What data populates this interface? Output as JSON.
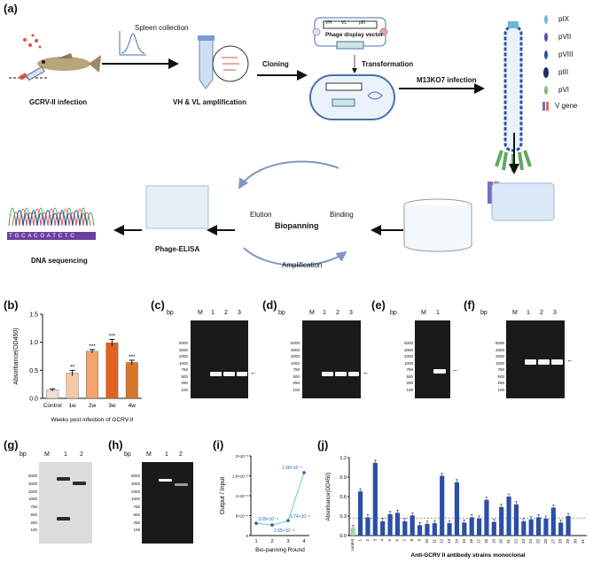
{
  "panels": {
    "a": "(a)",
    "b": "(b)",
    "c": "(c)",
    "d": "(d)",
    "e": "(e)",
    "f": "(f)",
    "g": "(g)",
    "h": "(h)",
    "i": "(i)",
    "j": "(j)"
  },
  "workflow": {
    "spleen_collection": "Spleen collection",
    "infection": "GCRV-II infection",
    "amplification": "VH & VL  amplification",
    "cloning": "Cloning",
    "phage_vector": "Phage display vector",
    "transformation": "Transformation",
    "helper_infection": "M13KO7 infection",
    "legend": [
      "pIX",
      "pVII",
      "pVIII",
      "pIII",
      "pVI",
      "V gene"
    ],
    "vector_parts": [
      "VH",
      "VL",
      "pIII"
    ],
    "biopanning": "Biopanning",
    "elution": "Elution",
    "binding": "Binding",
    "amplification_step": "Amplification",
    "phage_elisa": "Phage-ELISA",
    "dna_seq": "DNA sequencing",
    "seq_letters": "TGCACGATCTC"
  },
  "gel_common": {
    "bp": "bp",
    "marker": "M",
    "ladder": [
      "5000",
      "3000",
      "2000",
      "1000",
      "750",
      "500",
      "250",
      "100"
    ],
    "ladder_g": [
      "5000",
      "3000",
      "2000",
      "1000",
      "750",
      "500",
      "250",
      "100"
    ],
    "arrow": "←"
  },
  "gels": {
    "c": {
      "lanes": [
        "1",
        "2",
        "3"
      ]
    },
    "d": {
      "lanes": [
        "1",
        "2",
        "3"
      ]
    },
    "e": {
      "lanes": [
        "1"
      ]
    },
    "f": {
      "lanes": [
        "1",
        "2",
        "3"
      ]
    },
    "g": {
      "lanes": [
        "1",
        "2"
      ]
    },
    "h": {
      "lanes": [
        "1",
        "2"
      ]
    }
  },
  "chart_data": [
    {
      "panel": "b",
      "type": "bar",
      "categories": [
        "Control",
        "1w",
        "2w",
        "3w",
        "4w"
      ],
      "values": [
        0.15,
        0.45,
        0.84,
        0.99,
        0.64
      ],
      "errors": [
        0.02,
        0.05,
        0.03,
        0.06,
        0.04
      ],
      "significance": [
        "",
        "**",
        "***",
        "***",
        "***"
      ],
      "colors": [
        "#f3ddd0",
        "#f7c8a6",
        "#f4a46a",
        "#e2621f",
        "#d6762c"
      ],
      "xlabel": "Weeks post infection of GCRV-II",
      "ylabel": "Absorbance(OD450)",
      "ylim": [
        0,
        1.5
      ],
      "yticks": [
        "0.0",
        "0.5",
        "1.0",
        "1.5"
      ]
    },
    {
      "panel": "i",
      "type": "line",
      "x": [
        1,
        2,
        3,
        4
      ],
      "y": [
        3.09e-06,
        2.65e-06,
        3.74e-06,
        1.58e-05
      ],
      "point_labels": [
        "3.09×10⁻⁶",
        "2.65×10⁻⁶",
        "3.74×10⁻⁶",
        "1.58×10⁻⁵"
      ],
      "xlabel": "Bio-panning Round",
      "ylabel": "Output / Input",
      "ylim": [
        0,
        2e-05
      ],
      "yticks": [
        "0",
        "5×10⁻⁶",
        "1×10⁻⁵",
        "1.5×10⁻⁵",
        "2×10⁻⁵"
      ],
      "xticks": [
        "1",
        "2",
        "3",
        "4"
      ],
      "color": "#2f5fae",
      "line_color": "#5fcfc0"
    },
    {
      "panel": "j",
      "type": "bar",
      "categories": [
        "control",
        "1",
        "2",
        "3",
        "4",
        "5",
        "6",
        "7",
        "8",
        "9",
        "10",
        "11",
        "12",
        "13",
        "14",
        "15",
        "16",
        "17",
        "18",
        "19",
        "20",
        "21",
        "22",
        "23",
        "24",
        "25",
        "26",
        "27",
        "28",
        "29",
        "30",
        "31"
      ],
      "values": [
        0.12,
        0.68,
        0.28,
        1.12,
        0.22,
        0.33,
        0.35,
        0.22,
        0.31,
        0.16,
        0.18,
        0.19,
        0.92,
        0.19,
        0.82,
        0.2,
        0.28,
        0.26,
        0.55,
        0.21,
        0.44,
        0.6,
        0.48,
        0.22,
        0.25,
        0.28,
        0.26,
        0.43,
        0.2,
        0.3
      ],
      "xlabel": "Anti-GCRV II antibody strains monoclonal",
      "ylabel": "Absorbance(OD450)",
      "ylim": [
        0,
        1.2
      ],
      "yticks": [
        "0.0",
        "0.3",
        "0.6",
        "0.9",
        "1.2"
      ],
      "control_color": "#9fd8a4",
      "color": "#2b4fa8",
      "cutoff": 0.27
    }
  ]
}
